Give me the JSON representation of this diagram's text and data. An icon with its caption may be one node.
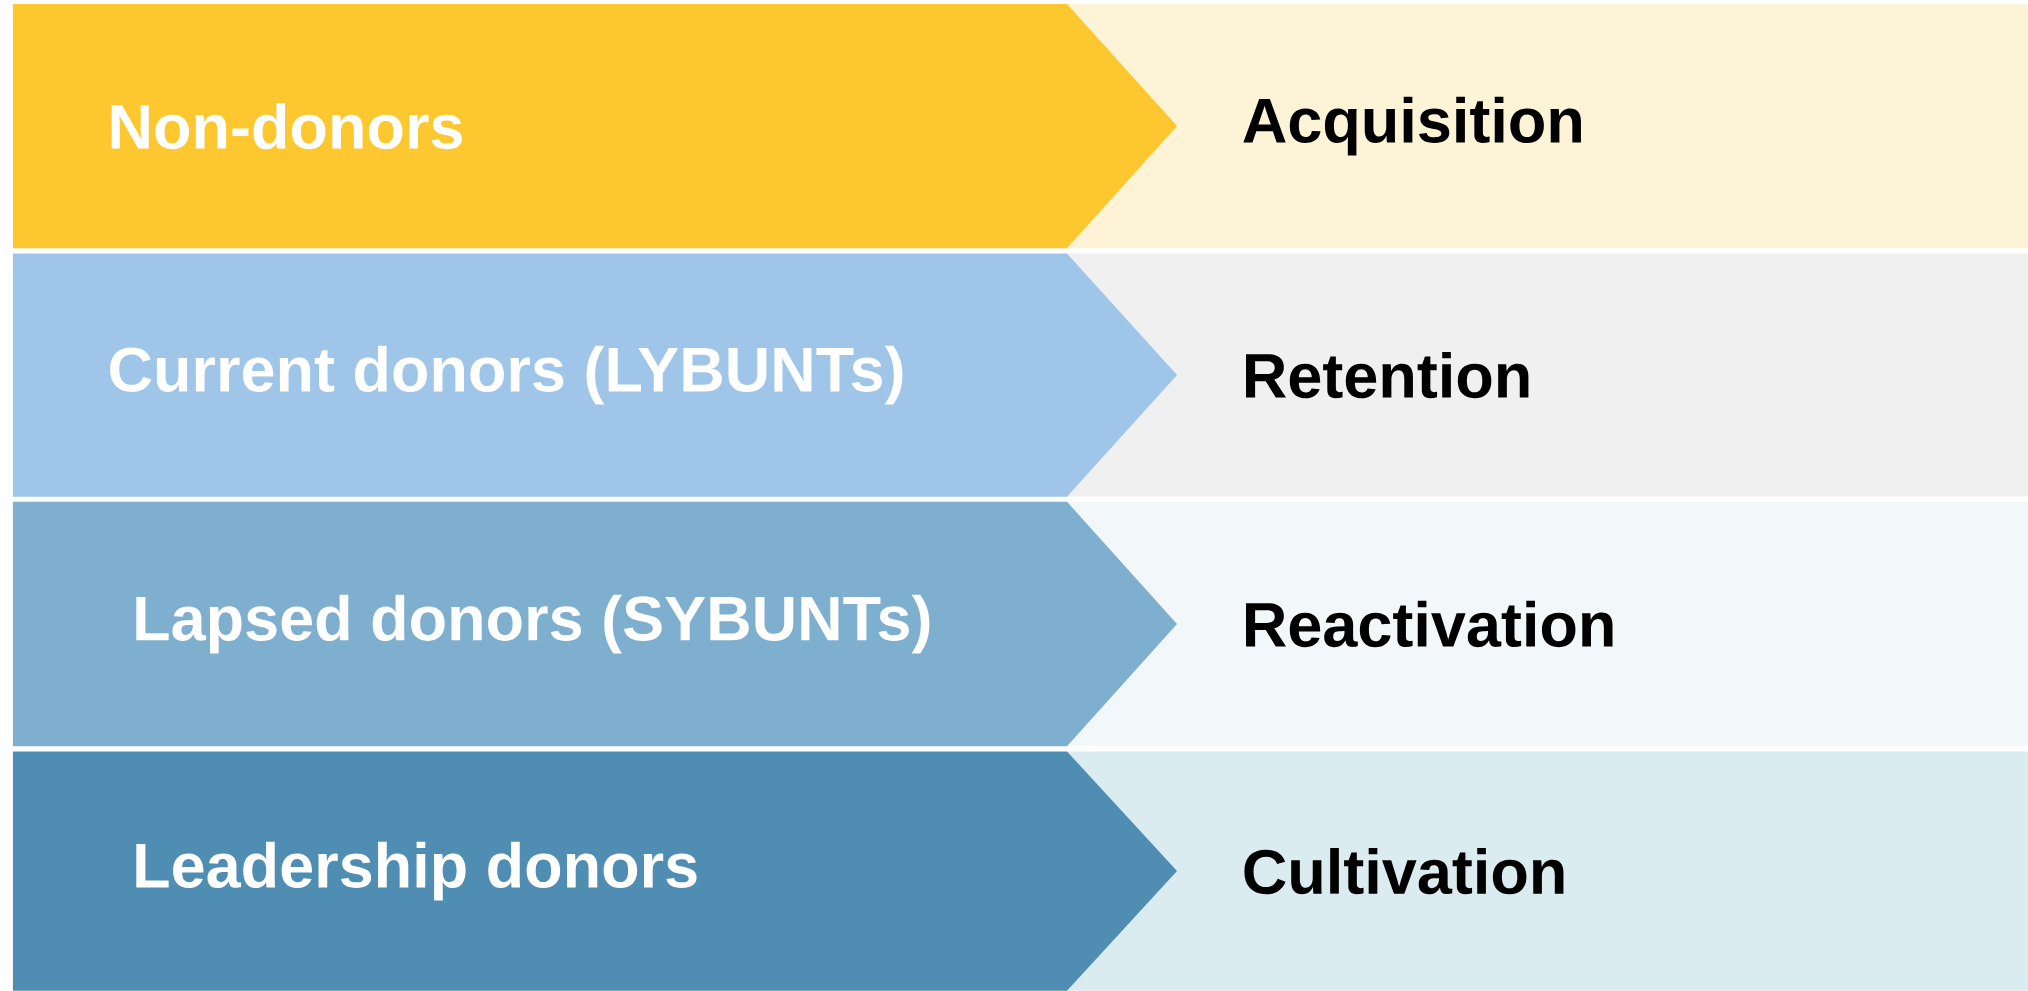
{
  "diagram": {
    "nodes": [
      {
        "text": [
          "Non-donors"
        ]
      },
      {
        "text": [
          "Acquisition"
        ]
      },
      {
        "text": [
          "Current donors (LYBUNTs)"
        ]
      },
      {
        "text": [
          "Retention"
        ]
      },
      {
        "text": [
          "Lapsed donors (SYBUNTs)"
        ]
      },
      {
        "text": [
          "Reactivation"
        ]
      },
      {
        "text": [
          "Leadership donors"
        ]
      },
      {
        "text": [
          "Cultivation"
        ]
      }
    ]
  }
}
